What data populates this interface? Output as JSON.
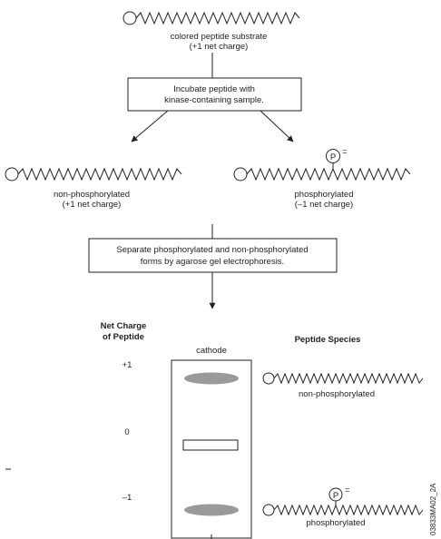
{
  "substrate": {
    "line1": "colored peptide substrate",
    "line2": "(+1 net charge)"
  },
  "step1": {
    "line1": "Incubate peptide with",
    "line2": "kinase-containing sample."
  },
  "nonphos": {
    "line1": "non-phosphorylated",
    "line2": "(+1 net charge)"
  },
  "phos": {
    "line1": "phosphorylated",
    "line2": "(–1 net charge)",
    "p_symbol": "P",
    "p_charge": "="
  },
  "step2": {
    "line1": "Separate phosphorylated and non-phosphorylated",
    "line2": "forms by agarose gel electrophoresis."
  },
  "gel": {
    "net_charge_line1": "Net Charge",
    "net_charge_line2": "of Peptide",
    "cathode": "cathode",
    "species_header": "Peptide Species",
    "charges": [
      "+1",
      "0",
      "–1"
    ],
    "band_nonphos_label": "non-phosphorylated",
    "band_phos_label": "phosphorylated",
    "p_symbol": "P",
    "p_charge": "="
  },
  "figure_id": "03833MA02_2A"
}
